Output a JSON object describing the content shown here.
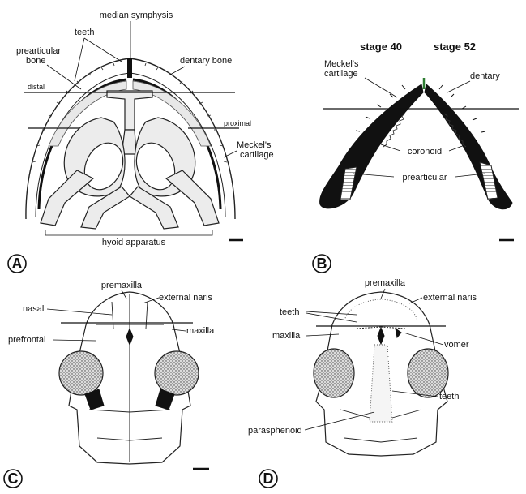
{
  "panels": {
    "A": {
      "letter": "A",
      "labels": {
        "median_symphysis": "median symphysis",
        "teeth": "teeth",
        "prearticular_bone_1": "prearticular",
        "prearticular_bone_2": "bone",
        "dentary_bone": "dentary bone",
        "distal": "distal",
        "proximal": "proximal",
        "meckels_1": "Meckel's",
        "meckels_2": "cartilage",
        "hyoid_apparatus": "hyoid apparatus"
      }
    },
    "B": {
      "letter": "B",
      "labels": {
        "stage_40": "stage 40",
        "stage_52": "stage 52",
        "meckels_1": "Meckel's",
        "meckels_2": "cartilage",
        "dentary": "dentary",
        "coronoid": "coronoid",
        "prearticular": "prearticular"
      }
    },
    "C": {
      "letter": "C",
      "labels": {
        "premaxilla": "premaxilla",
        "external_naris": "external naris",
        "nasal": "nasal",
        "maxilla": "maxilla",
        "prefrontal": "prefrontal"
      }
    },
    "D": {
      "letter": "D",
      "labels": {
        "premaxilla": "premaxilla",
        "external_naris": "external naris",
        "teeth": "teeth",
        "maxilla": "maxilla",
        "vomer": "vomer",
        "teeth_2": "teeth",
        "parasphenoid": "parasphenoid"
      }
    }
  },
  "colors": {
    "ink": "#111111",
    "bone_fill": "#ececec",
    "symphysis_accent": "#2e7d32"
  }
}
